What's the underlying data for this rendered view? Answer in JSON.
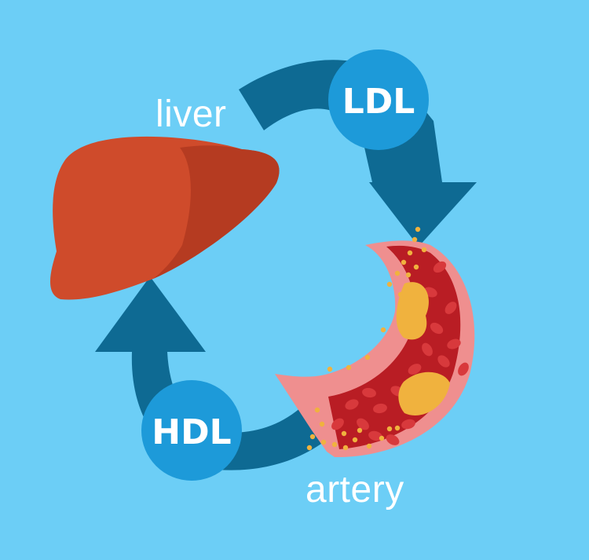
{
  "labels": {
    "liver": "liver",
    "artery": "artery",
    "ldl": "LDL",
    "hdl": "HDL"
  },
  "colors": {
    "background": "#6ccef6",
    "cycle_arrow": "#0e6a93",
    "badge": "#1d9ad9",
    "liver": "#cf4b2b",
    "liver_shade": "#b53b21",
    "artery_wall": "#ef8f8f",
    "artery_blood": "#b91d24",
    "red_cell": "#d8393c",
    "plaque": "#f0b23e"
  }
}
